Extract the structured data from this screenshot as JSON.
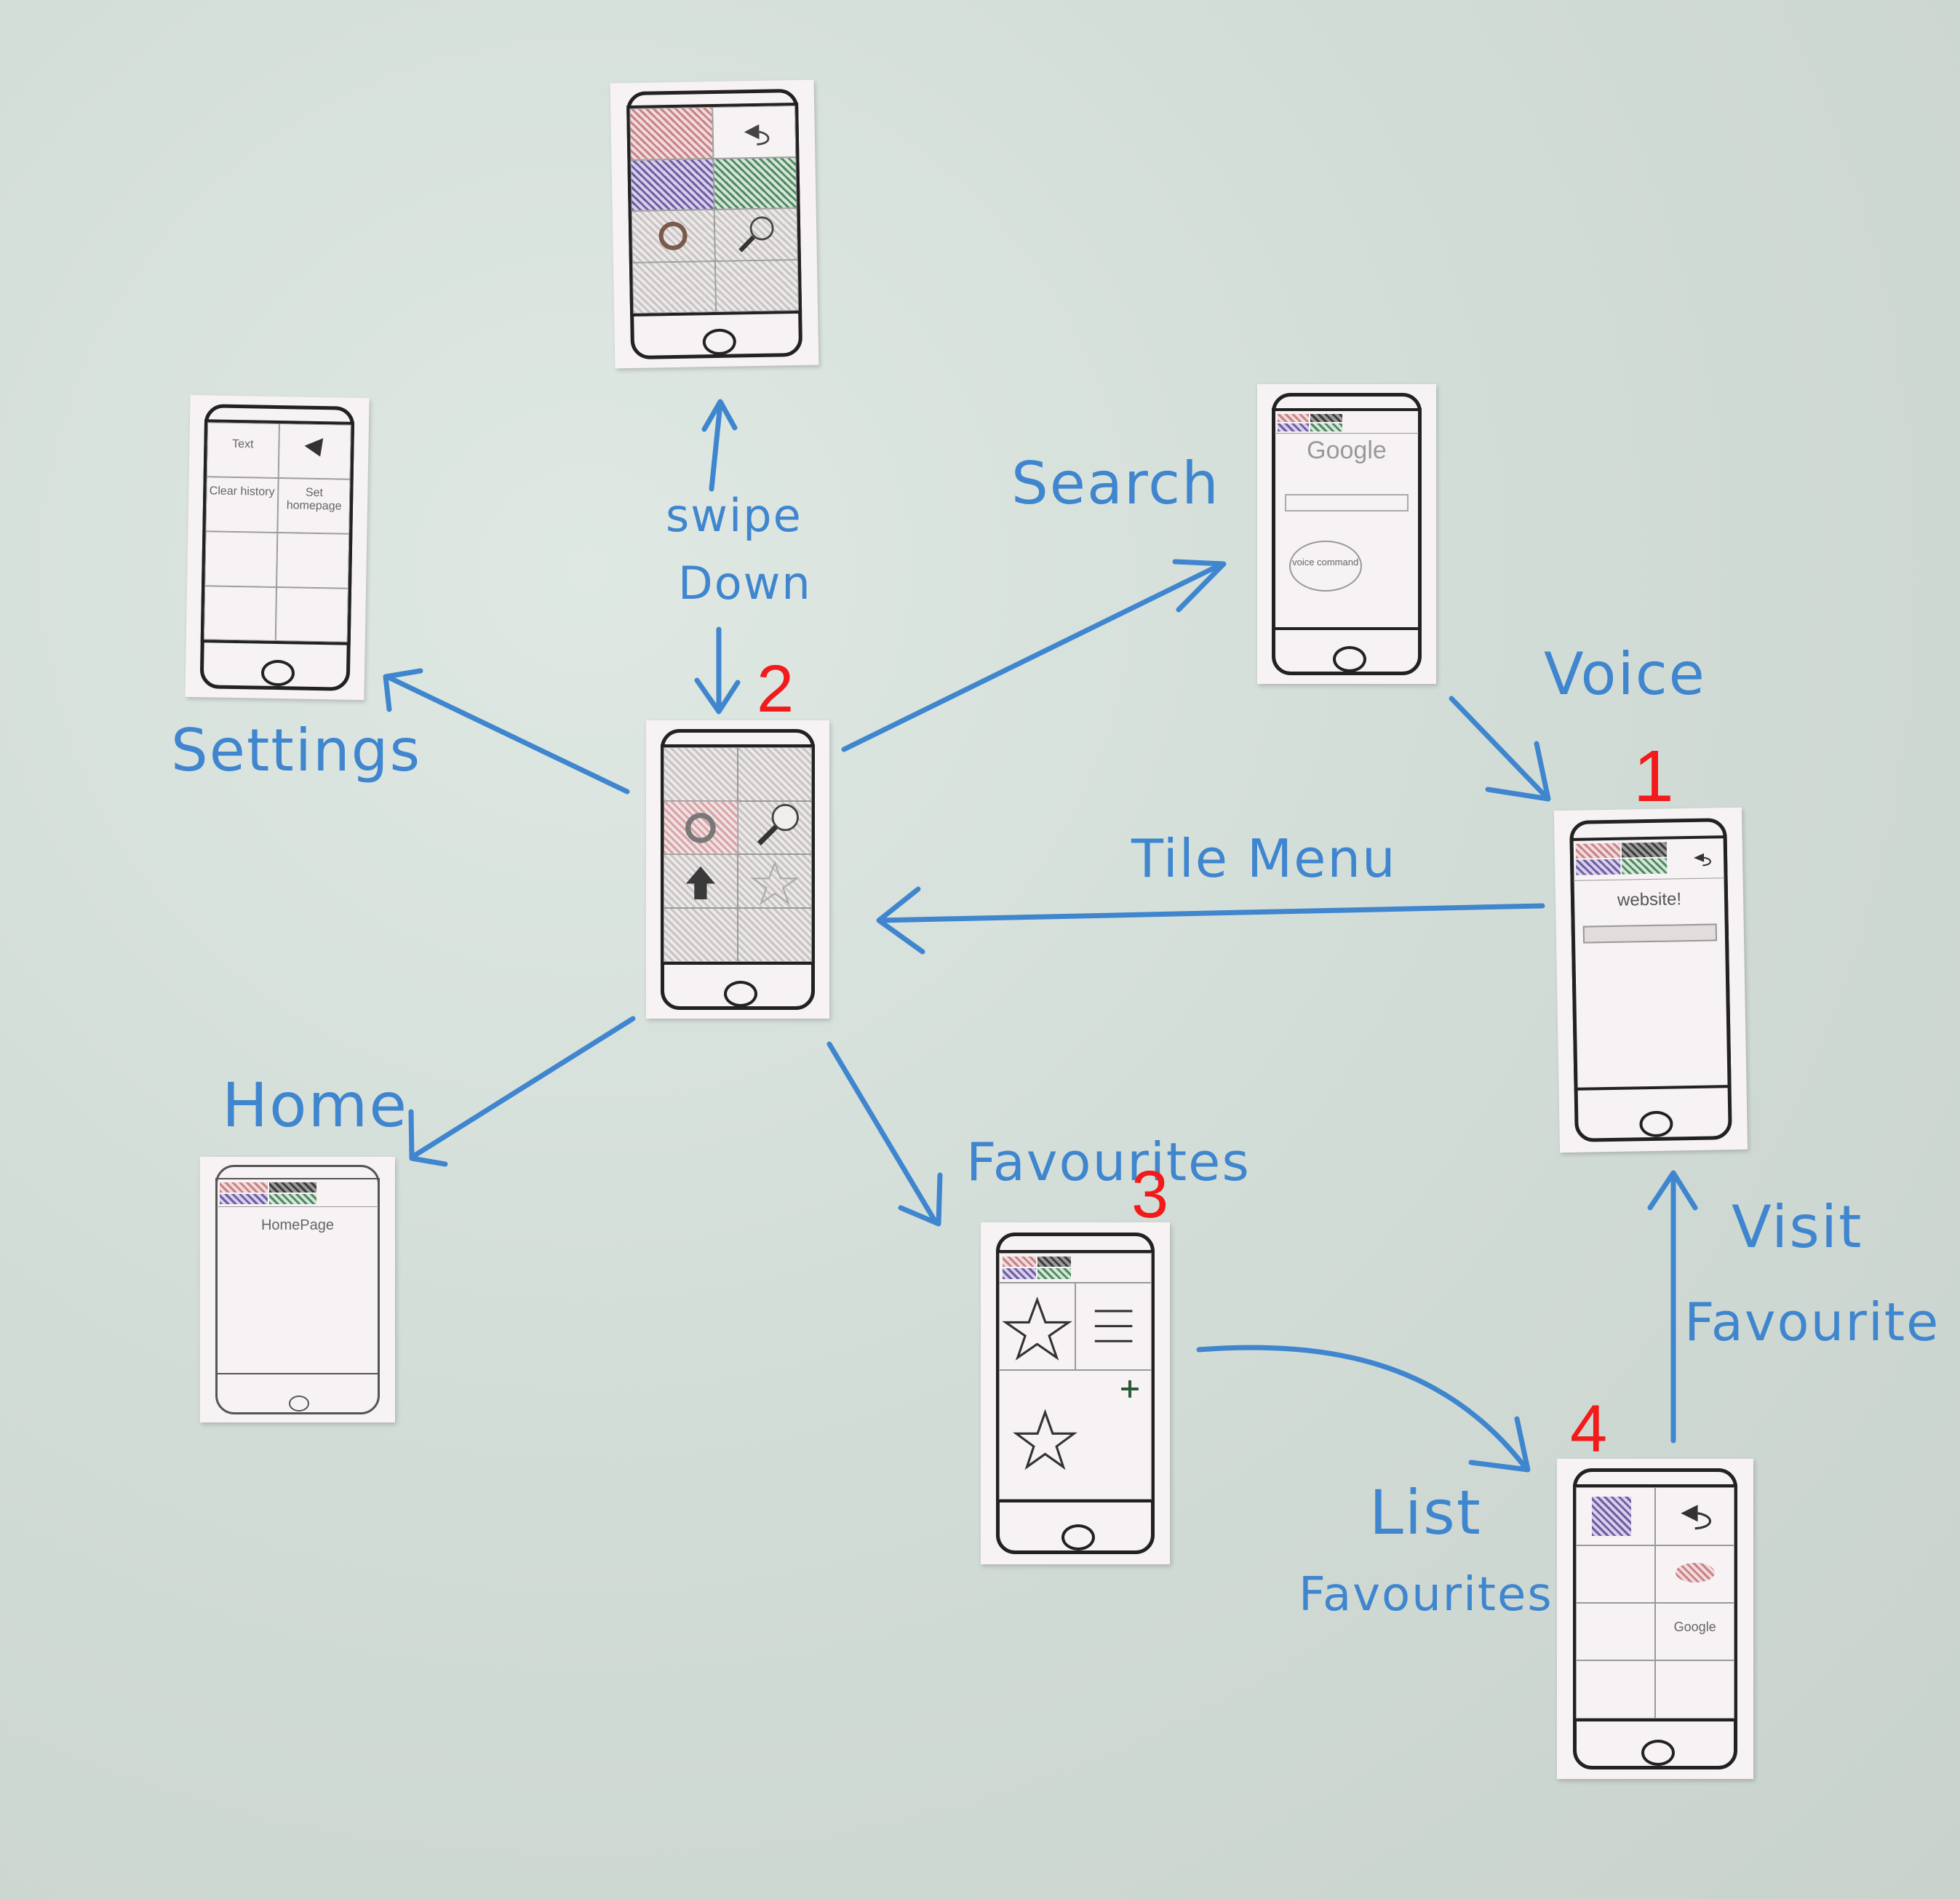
{
  "labels": {
    "swipe_line1": "swipe",
    "swipe_line2": "Down",
    "settings": "Settings",
    "search": "Search",
    "voice": "Voice",
    "tile_menu": "Tile Menu",
    "home": "Home",
    "favourites": "Favourites",
    "visit_line1": "Visit",
    "visit_line2": "Favourite",
    "list_line1": "List",
    "list_line2": "Favourites"
  },
  "numbers": {
    "n1": "1",
    "n2": "2",
    "n3": "3",
    "n4": "4"
  },
  "sketch_text": {
    "settings_text": "Text",
    "settings_clear": "Clear history",
    "settings_set": "Set homepage",
    "search_logo": "Google",
    "search_voice": "voice command",
    "website": "website!",
    "homepage": "HomePage",
    "fav_google": "Google"
  },
  "colors": {
    "marker_blue": "#3f86cf",
    "annotation_red": "#f21a1a",
    "board": "#d3ddd7"
  },
  "icons": [
    "gear-icon",
    "search-icon",
    "home-arrow-icon",
    "star-icon",
    "back-arrow-icon",
    "list-icon",
    "plus-icon"
  ]
}
